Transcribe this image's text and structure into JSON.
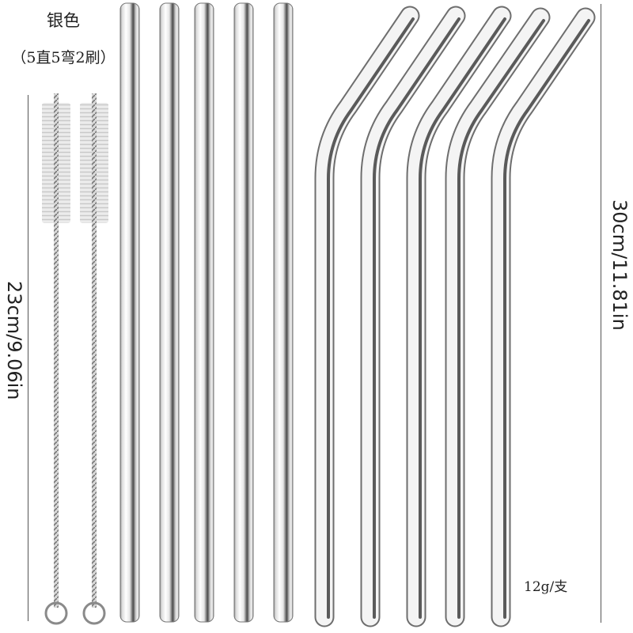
{
  "labels": {
    "color": "银色",
    "set_contents": "（5直5弯2刷）",
    "weight": "12g/支"
  },
  "dimensions": {
    "brush_length": "23cm/9.06in",
    "straw_length": "30cm/11.81in"
  },
  "items": {
    "brushes": [
      {
        "name": "cleaning-brush-1"
      },
      {
        "name": "cleaning-brush-2"
      }
    ],
    "straight_straws": 5,
    "bent_straws": 5
  },
  "colors": {
    "background": "#ffffff",
    "metal_edge": "#6e6e6e",
    "metal_highlight": "#fafafa",
    "metal_shadow": "#4a4a4a",
    "text": "#222222"
  }
}
